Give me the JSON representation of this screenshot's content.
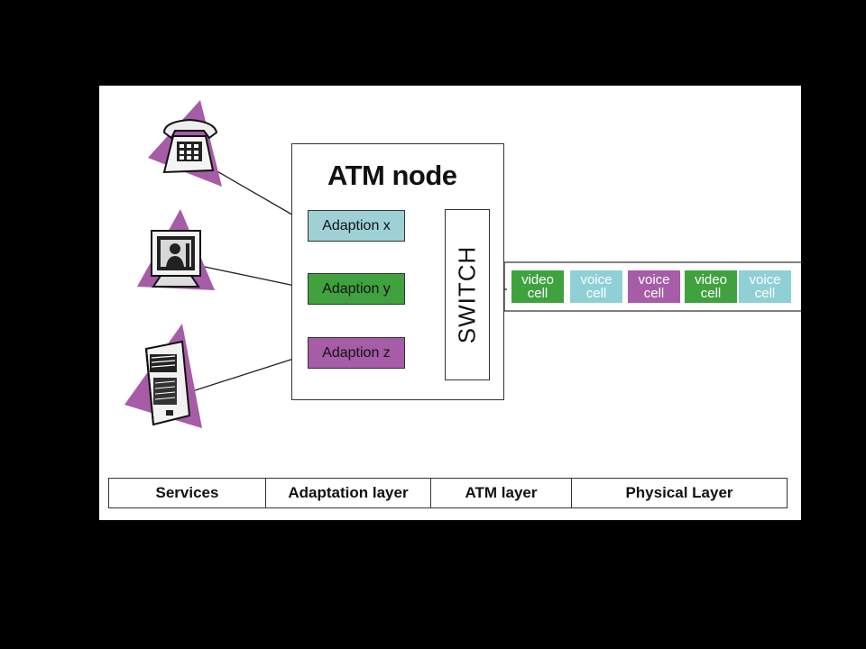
{
  "diagram": {
    "node_title": "ATM node",
    "adaptions": [
      {
        "label": "Adaption x",
        "color": "#9ed1d6"
      },
      {
        "label": "Adaption y",
        "color": "#3fa23f"
      },
      {
        "label": "Adaption z",
        "color": "#a65ca6"
      }
    ],
    "switch_label": "SWITCH",
    "cells": [
      {
        "line1": "video",
        "line2": "cell",
        "color": "#3fa23f"
      },
      {
        "line1": "voice",
        "line2": "cell",
        "color": "#8ed0d6"
      },
      {
        "line1": "voice",
        "line2": "cell",
        "color": "#a65ca6"
      },
      {
        "line1": "video",
        "line2": "cell",
        "color": "#3fa23f"
      },
      {
        "line1": "voice",
        "line2": "cell",
        "color": "#8ed0d6"
      }
    ],
    "services": [
      {
        "icon": "telephone-icon"
      },
      {
        "icon": "video-monitor-icon"
      },
      {
        "icon": "computer-tower-icon"
      }
    ],
    "layers": [
      "Services",
      "Adaptation layer",
      "ATM layer",
      "Physical Layer"
    ],
    "colors": {
      "triangle": "#a65ca6",
      "background": "#000000",
      "panel": "#ffffff"
    }
  }
}
